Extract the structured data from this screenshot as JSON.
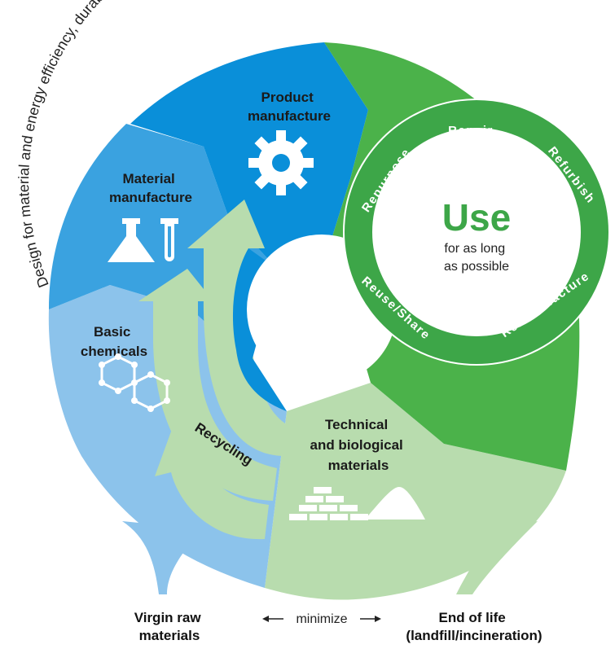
{
  "arc_caption": "Design for material and energy efficiency, durability, reparability, less waste, and recyclability",
  "stages": {
    "product_manufacture": [
      "Product",
      "manufacture"
    ],
    "material_manufacture": [
      "Material",
      "manufacture"
    ],
    "basic_chemicals": [
      "Basic",
      "chemicals"
    ],
    "technical_materials": [
      "Technical",
      "and biological",
      "materials"
    ]
  },
  "recycling_label": "Recycling",
  "use": {
    "title": "Use",
    "subtitle": [
      "for as long",
      "as possible"
    ],
    "ring_labels": {
      "repair": "Repair",
      "refurbish": "Refurbish",
      "repurpose": "Repurpose",
      "reuse": "Reuse/Share",
      "remanufacture": "Remanufacture"
    }
  },
  "bottom": {
    "virgin": [
      "Virgin raw",
      "materials"
    ],
    "minimize": "minimize",
    "end_of_life": [
      "End of life",
      "(landfill/incineration)"
    ]
  },
  "colors": {
    "green": "#4bb24a",
    "dark_blue": "#0a8fd9",
    "mid_blue": "#3aa2e0",
    "light_blue": "#8cc3eb",
    "pale_green": "#b8dcae",
    "use_green": "#3da648"
  },
  "icons": [
    "gear-icon",
    "flask-icon",
    "test-tube-icon",
    "hexagon-molecule-icon",
    "brick-pile-icon",
    "sand-pile-icon"
  ]
}
